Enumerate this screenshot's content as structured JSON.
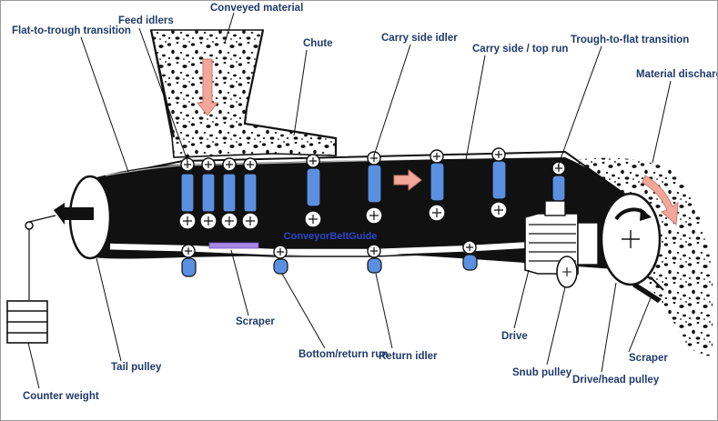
{
  "labels": {
    "conveyed_material": "Conveyed material",
    "feed_idlers": "Feed idlers",
    "flat_to_trough": "Flat-to-trough transition",
    "chute": "Chute",
    "carry_side_idler": "Carry side idler",
    "carry_side_run": "Carry side / top run",
    "trough_to_flat": "Trough-to-flat transition",
    "material_discharge": "Material discharge",
    "watermark": "ConveyorBeltGuide",
    "scraper_bottom": "Scraper",
    "drive": "Drive",
    "tail_pulley": "Tail pulley",
    "bottom_return_run": "Bottom/return run",
    "return_idler": "Return idler",
    "snub_pulley": "Snub pulley",
    "scraper_head": "Scraper",
    "drive_head_pulley": "Drive/head pulley",
    "counter_weight": "Counter weight"
  },
  "colors": {
    "belt": "#111111",
    "idler_roll": "#5b8fe0",
    "label_text": "#1f3a6a",
    "flow_arrow": "#f2a79a",
    "scraper_pad": "#a88ae6",
    "watermark": "#2b47c8"
  },
  "icons": {
    "flow_arrows": "flow-arrow-icon",
    "rotation": "rotation-arrow-icon",
    "belt_direction": "direction-arrow-icon"
  }
}
